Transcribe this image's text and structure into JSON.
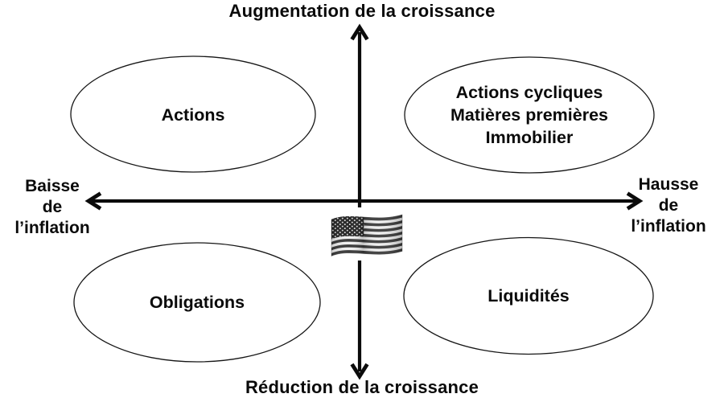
{
  "diagram": {
    "title_axis_top": "Augmentation de la croissance",
    "title_axis_bottom": "Réduction de la croissance",
    "axis_left_lines": [
      "Baisse",
      "de",
      "l’inflation"
    ],
    "axis_right_lines": [
      "Hausse",
      "de",
      "l’inflation"
    ],
    "quadrants": {
      "top_left": {
        "label": "Actions"
      },
      "top_right": {
        "lines": [
          "Actions cycliques",
          "Matières premières",
          "Immobilier"
        ]
      },
      "bottom_left": {
        "label": "Obligations"
      },
      "bottom_right": {
        "label": "Liquidités"
      }
    },
    "center_icon": "us-flag-icon",
    "colors": {
      "line": "#0b0b0b",
      "text": "#0a0a0a",
      "background": "#ffffff",
      "flag_dark": "#3b3b3b",
      "flag_light": "#f0f0f0",
      "canton": "#262626"
    }
  }
}
